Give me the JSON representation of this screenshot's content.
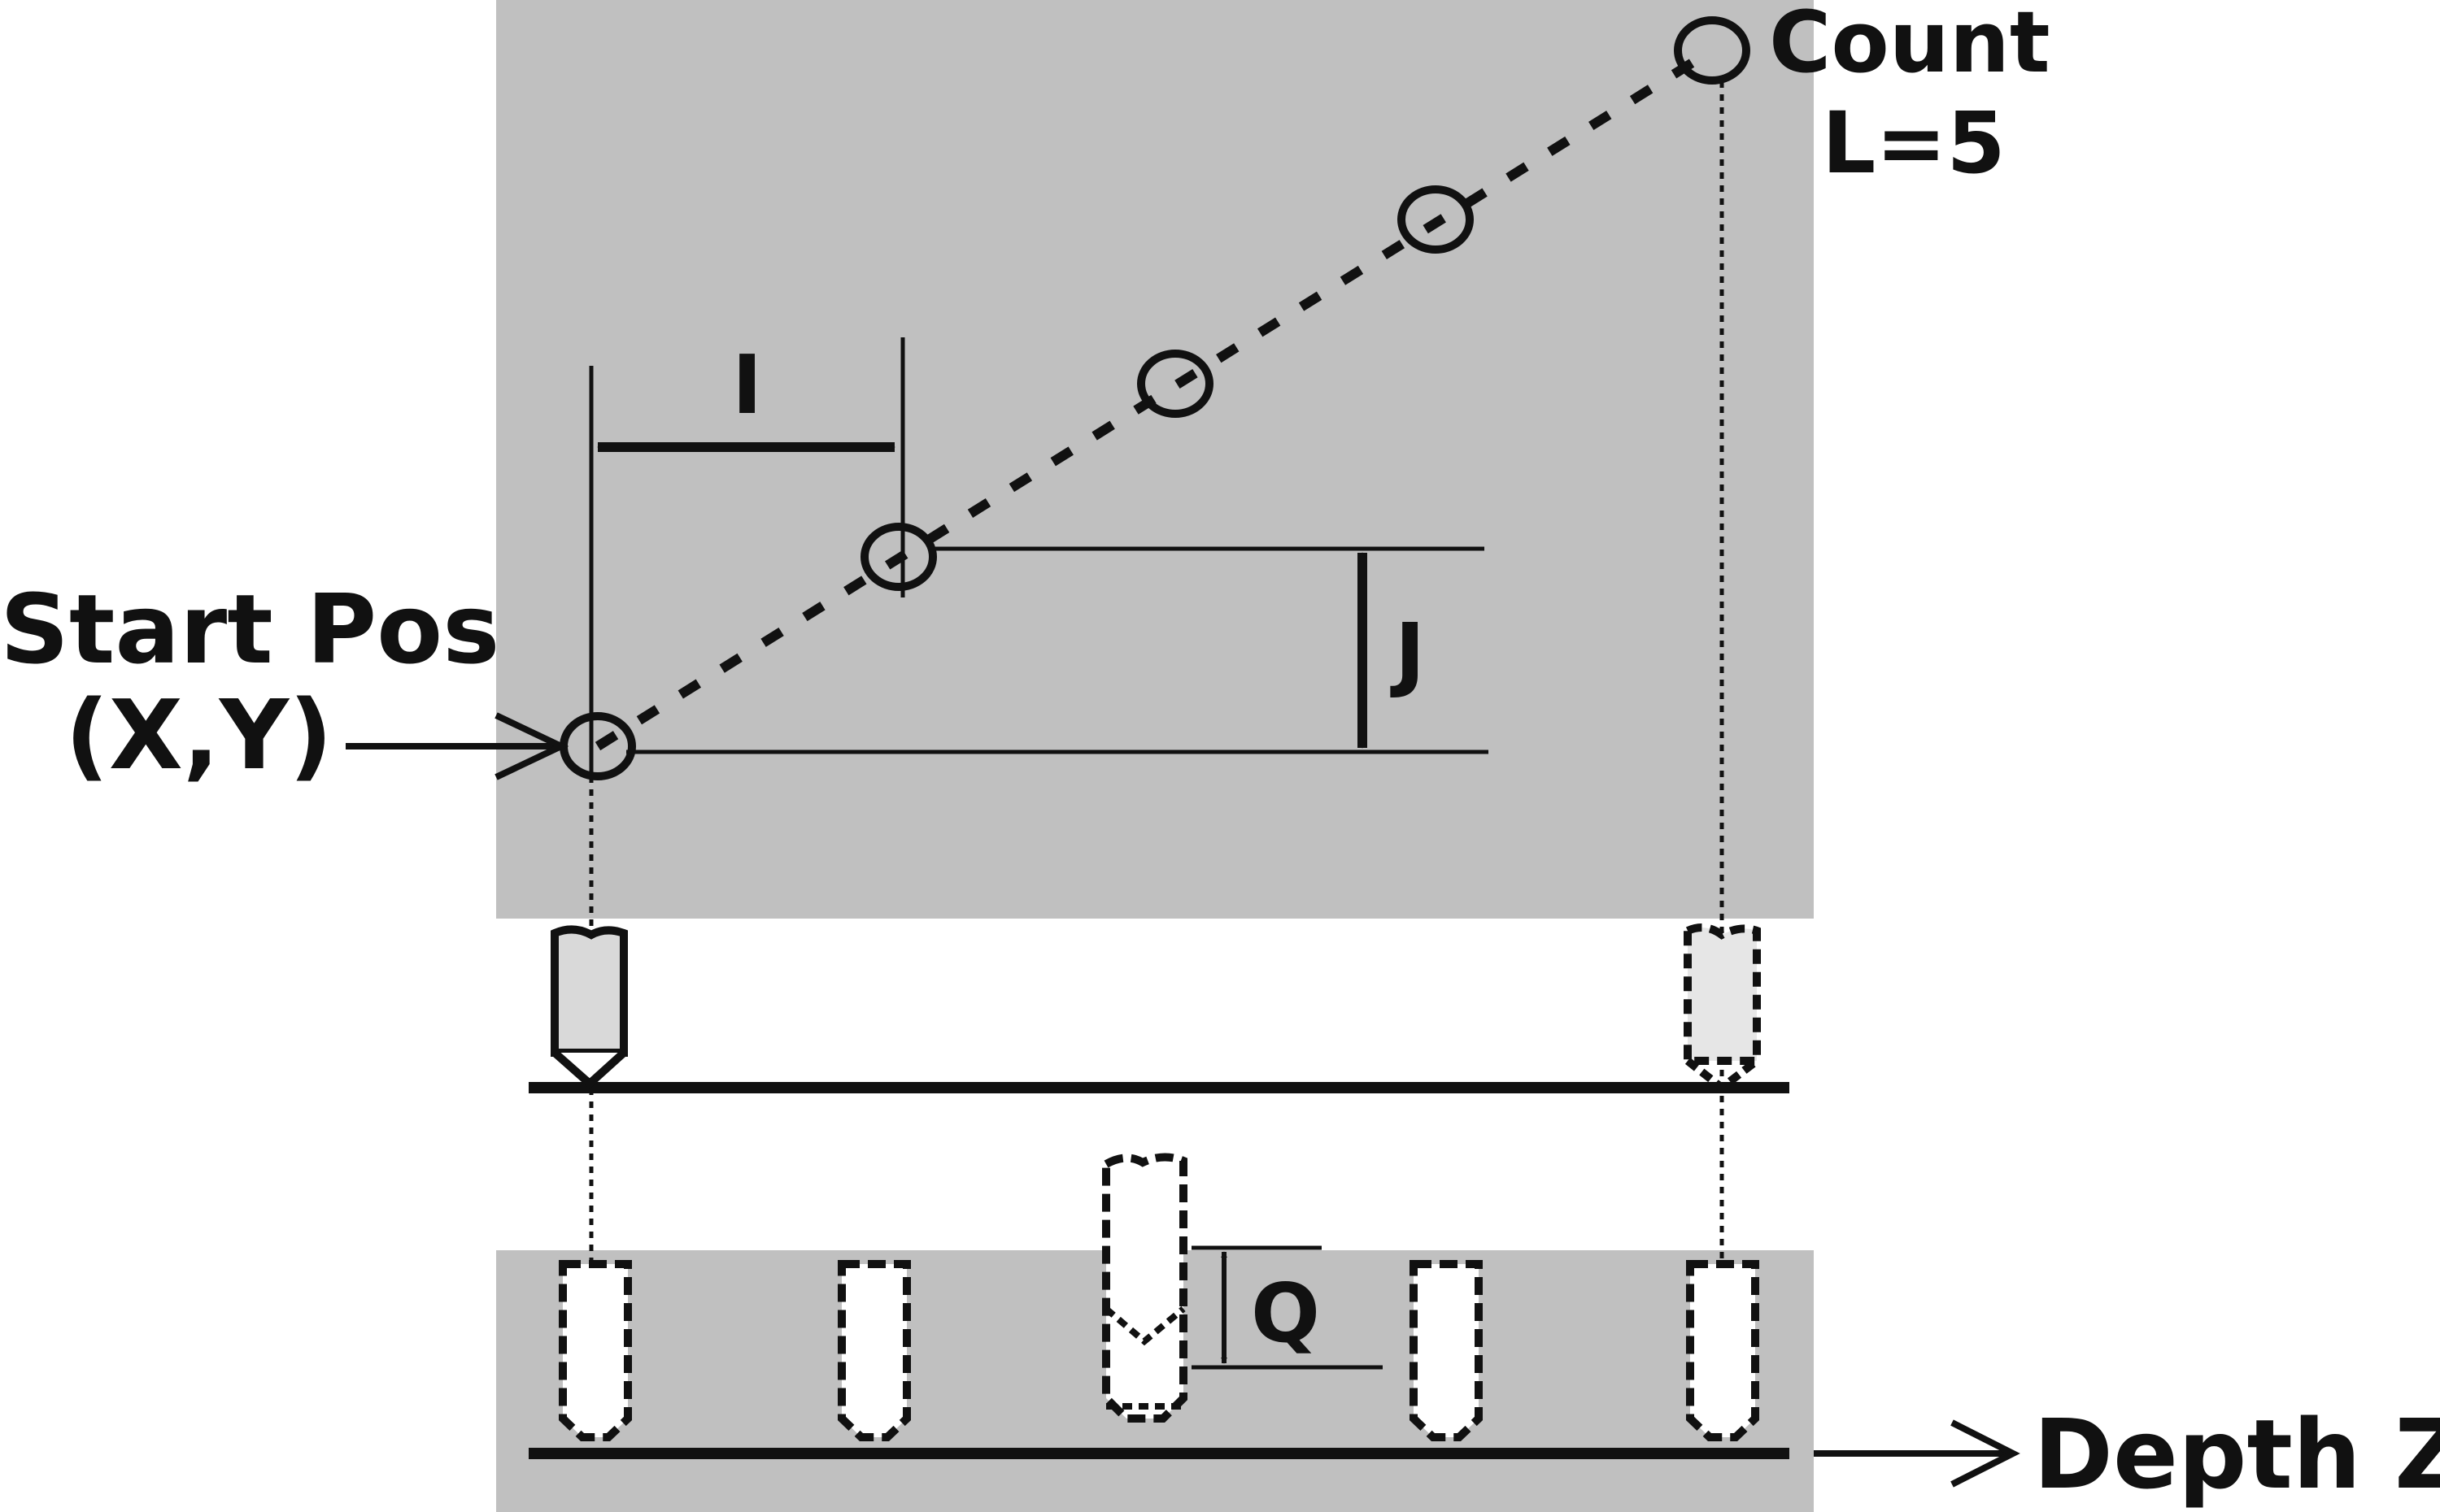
{
  "labels": {
    "start_pos_line1": "Start Pos",
    "start_pos_line2": "(X,Y)",
    "count_line1": "Count",
    "count_line2": "L=5",
    "i": "I",
    "j": "J",
    "q": "Q",
    "depth": "Depth Z"
  },
  "colors": {
    "plate": "#c0c0c0",
    "ink": "#111111",
    "tool_fill": "#d9d9d9",
    "hole_fill": "#ffffff",
    "background": "#ffffff"
  },
  "icons": {
    "solid_tool": "drill-bit-icon",
    "ghost_tool": "dashed-drill-bit-icon",
    "hole": "drilled-hole-icon"
  }
}
